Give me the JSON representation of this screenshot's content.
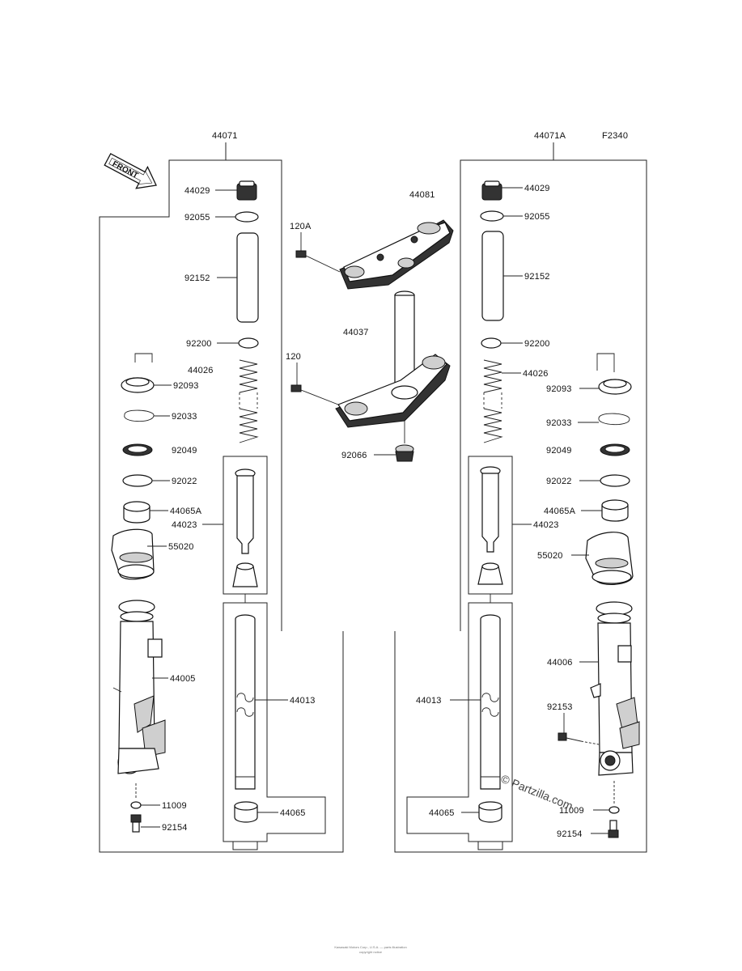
{
  "figure_code": "F2340",
  "front_label": "FRONT",
  "groups": {
    "left_fork": "44071",
    "right_fork": "44071A"
  },
  "left_labels": {
    "p44029": "44029",
    "p92055": "92055",
    "p92152": "92152",
    "p92200": "92200",
    "p44026": "44026",
    "p92093": "92093",
    "p92033": "92033",
    "p92049": "92049",
    "p92022": "92022",
    "p44065A": "44065A",
    "p44023": "44023",
    "p55020": "55020",
    "p44005": "44005",
    "p44013": "44013",
    "p11009": "11009",
    "p44065": "44065",
    "p92154": "92154"
  },
  "center_labels": {
    "p44081": "44081",
    "p120A": "120A",
    "p44037": "44037",
    "p120": "120",
    "p92066": "92066"
  },
  "right_labels": {
    "p44029": "44029",
    "p92055": "92055",
    "p92152": "92152",
    "p92200": "92200",
    "p44026": "44026",
    "p92093": "92093",
    "p92033": "92033",
    "p92049": "92049",
    "p92022": "92022",
    "p44065A": "44065A",
    "p44023": "44023",
    "p55020": "55020",
    "p44006": "44006",
    "p44013": "44013",
    "p92153": "92153",
    "p11009": "11009",
    "p44065": "44065",
    "p92154": "92154"
  },
  "watermark": "© Partzilla.com",
  "footer": {
    "line1": "Kawasaki Motors Corp., U.S.A. — parts illustration",
    "line2": "copyright notice"
  }
}
